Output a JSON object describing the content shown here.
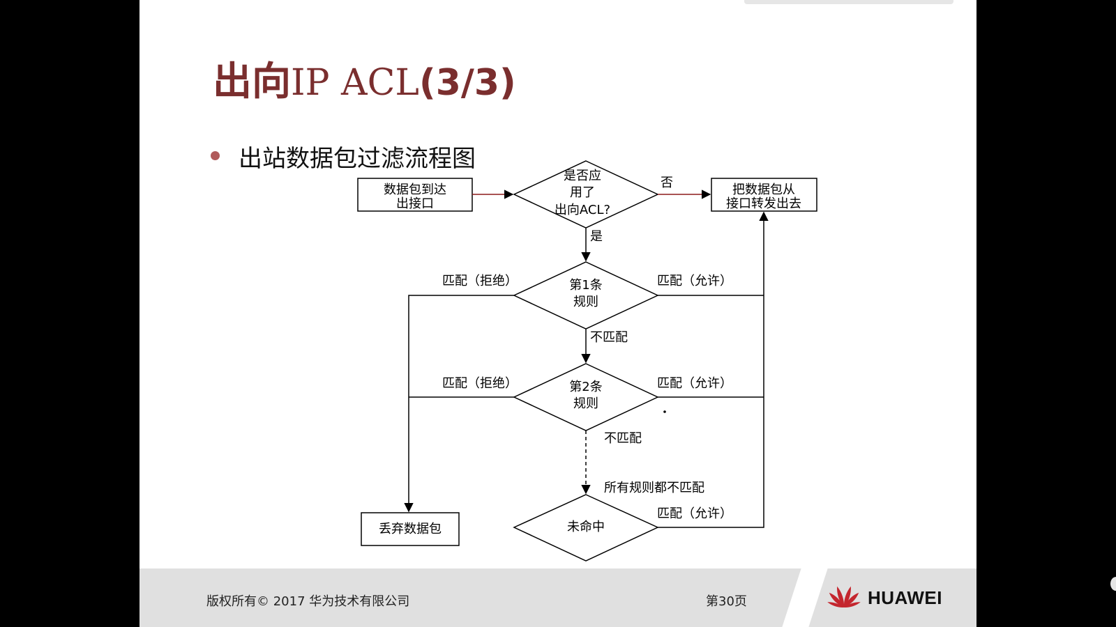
{
  "slide": {
    "title_cn": "出向",
    "title_latin": "IP ACL",
    "title_num": "(3/3)",
    "bullet": "出站数据包过滤流程图"
  },
  "flow": {
    "box_start_l1": "数据包到达",
    "box_start_l2": "出接口",
    "box_forward_l1": "把数据包从",
    "box_forward_l2": "接口转发出去",
    "box_drop": "丢弃数据包",
    "dec_acl_l1": "是否应",
    "dec_acl_l2": "用了",
    "dec_acl_l3": "出向ACL?",
    "dec_r1_l1": "第1条",
    "dec_r1_l2": "规则",
    "dec_r2_l1": "第2条",
    "dec_r2_l2": "规则",
    "dec_miss": "未命中",
    "lbl_no": "否",
    "lbl_yes": "是",
    "lbl_deny_1": "匹配（拒绝）",
    "lbl_permit_1": "匹配（允许）",
    "lbl_nomatch_1": "不匹配",
    "lbl_deny_2": "匹配（拒绝）",
    "lbl_permit_2": "匹配（允许）",
    "lbl_nomatch_2": "不匹配",
    "lbl_all_nomatch": "所有规则都不匹配",
    "lbl_permit_3": "匹配（允许）"
  },
  "footer": {
    "copyright": "版权所有© 2017 华为技术有限公司",
    "page": "第30页",
    "logo": "HUAWEI"
  },
  "colors": {
    "title": "#7a2e2e",
    "accent_arrow": "#8b1a1a",
    "logo_red": "#c4262e"
  }
}
